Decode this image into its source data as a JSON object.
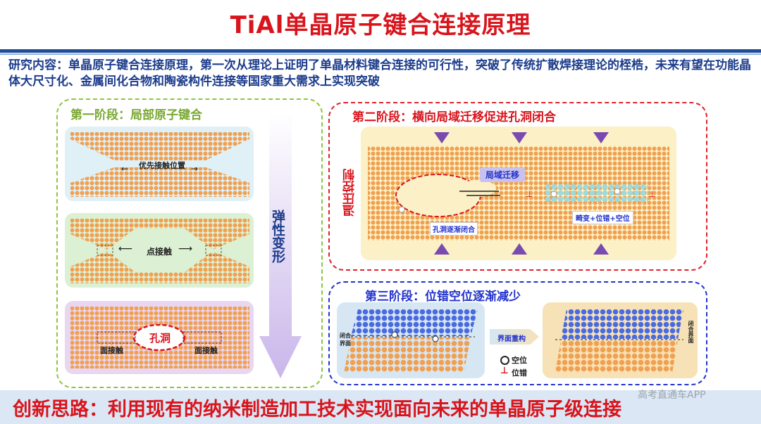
{
  "title": "TiAl单晶原子键合连接原理",
  "research": "研究内容：单晶原子键合连接原理，第一次从理论上证明了单晶材料键合连接的可行性，突破了传统扩散焊接理论的桎梏，未来有望在功能晶体大尺寸化、金属间化合物和陶瓷构件连接等国家重大需求上实现突破",
  "stage1": {
    "title": "第一阶段：局部原子键合",
    "label_priority": "优先接触位置",
    "label_point": "点接触",
    "label_hole": "孔洞",
    "label_surface_left": "面接触",
    "label_surface_right": "面接触",
    "arrow_label": "弹性变形"
  },
  "stage2": {
    "title": "第二阶段：横向局域迁移促进孔洞闭合",
    "side_label": "温压控制",
    "migration": "局域迁移",
    "hole_closing": "孔洞逐渐闭合",
    "defects": "畸变+位错+空位"
  },
  "stage3": {
    "title": "第三阶段：位错空位逐渐减少",
    "interface_label": "闭合界面",
    "reconstruct": "界面重构",
    "legend_vacancy": "空位",
    "legend_dislocation": "位错",
    "right_interface_label": "闭合界面"
  },
  "innovation": "创新思路：利用现有的纳米制造加工技术实现面向未来的单晶原子级连接",
  "watermark": "高考直通车APP",
  "colors": {
    "title_red": "#d8141c",
    "navy": "#1c3c8c",
    "stage1_border": "#8cc63f",
    "stage2_border": "#e0202a",
    "stage3_border": "#2233cc",
    "atom_orange": "#f0a050",
    "atom_blue": "#4a6adf"
  }
}
